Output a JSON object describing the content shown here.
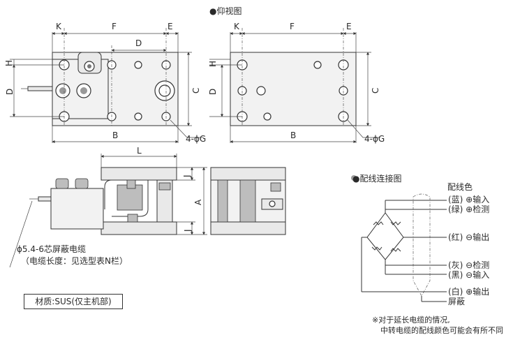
{
  "views": {
    "bottom_view_title": "●仰视图",
    "wiring_title": "●配线连接图"
  },
  "dimensions": {
    "K": "K",
    "F": "F",
    "E": "E",
    "D": "D",
    "H": "H",
    "C": "C",
    "B": "B",
    "L": "L",
    "J": "J",
    "A": "A",
    "holes": "4-ϕG"
  },
  "cable": {
    "spec": "ϕ5.4-6芯屏蔽电缆",
    "length_note": "（电缆长度：见选型表N栏）"
  },
  "material": "材质:SUS(仅主机部)",
  "wiring": {
    "color_header": "配线色",
    "rows": [
      "(蓝) ⊕输入",
      "(绿) ⊕检测",
      "(红) ⊖输出",
      "(灰) ⊖检测",
      "(黑) ⊖输入",
      "(白) ⊕输出"
    ],
    "shield": "屏蔽"
  },
  "note": {
    "line1": "※对于延长电缆的情况,",
    "line2": "中转电缆的配线颜色可能会有所不同"
  }
}
